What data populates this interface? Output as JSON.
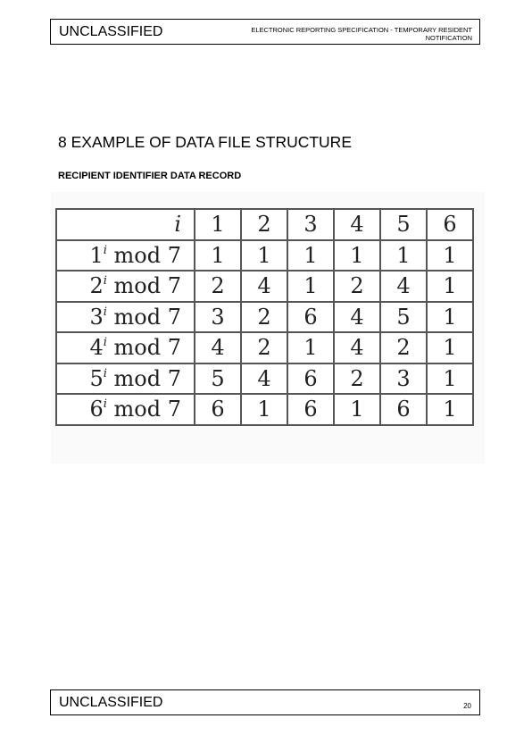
{
  "header": {
    "classification": "UNCLASSIFIED",
    "document_title": "ELECTRONIC REPORTING SPECIFICATION - TEMPORARY RESIDENT NOTIFICATION"
  },
  "section": {
    "heading": "8 EXAMPLE OF DATA FILE STRUCTURE",
    "record_heading": "RECIPIENT IDENTIFIER DATA RECORD"
  },
  "table": {
    "corner_header": "i",
    "column_headers": [
      "1",
      "2",
      "3",
      "4",
      "5",
      "6"
    ],
    "rows": [
      {
        "base": "1",
        "exponent": "i",
        "operation": " mod 7",
        "values": [
          "1",
          "1",
          "1",
          "1",
          "1",
          "1"
        ]
      },
      {
        "base": "2",
        "exponent": "i",
        "operation": " mod 7",
        "values": [
          "2",
          "4",
          "1",
          "2",
          "4",
          "1"
        ]
      },
      {
        "base": "3",
        "exponent": "i",
        "operation": " mod 7",
        "values": [
          "3",
          "2",
          "6",
          "4",
          "5",
          "1"
        ]
      },
      {
        "base": "4",
        "exponent": "i",
        "operation": " mod 7",
        "values": [
          "4",
          "2",
          "1",
          "4",
          "2",
          "1"
        ]
      },
      {
        "base": "5",
        "exponent": "i",
        "operation": " mod 7",
        "values": [
          "5",
          "4",
          "6",
          "2",
          "3",
          "1"
        ]
      },
      {
        "base": "6",
        "exponent": "i",
        "operation": " mod 7",
        "values": [
          "6",
          "1",
          "6",
          "1",
          "6",
          "1"
        ]
      }
    ]
  },
  "footer": {
    "classification": "UNCLASSIFIED",
    "page_number": "20"
  }
}
